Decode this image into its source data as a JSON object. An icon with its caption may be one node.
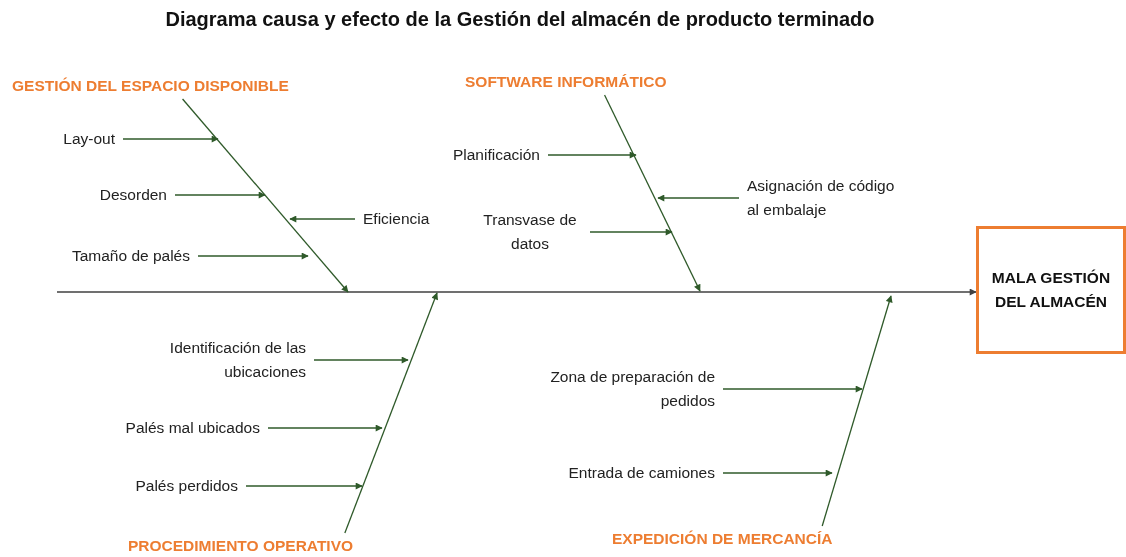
{
  "diagram": {
    "title": "Diagrama causa y efecto de la Gestión del almacén de producto terminado",
    "nodes": [
      {
        "text": [
          "GESTIÓN DEL ESPACIO DISPONIBLE"
        ]
      },
      {
        "text": [
          "Lay-out"
        ]
      },
      {
        "text": [
          "Desorden"
        ]
      },
      {
        "text": [
          "Eficiencia"
        ]
      },
      {
        "text": [
          "Tamaño de palés"
        ]
      },
      {
        "text": [
          "SOFTWARE INFORMÁTICO"
        ]
      },
      {
        "text": [
          "Planificación"
        ]
      },
      {
        "text": [
          "Asignación de código al embalaje"
        ]
      },
      {
        "text": [
          "Transvase de datos"
        ]
      },
      {
        "text": [
          "MALA GESTIÓN DEL ALMACÉN"
        ]
      },
      {
        "text": [
          "Identificación de las ubicaciones"
        ]
      },
      {
        "text": [
          "Palés mal ubicados"
        ]
      },
      {
        "text": [
          "Palés perdidos"
        ]
      },
      {
        "text": [
          "PROCEDIMIENTO OPERATIVO"
        ]
      },
      {
        "text": [
          "Zona de preparación de pedidos"
        ]
      },
      {
        "text": [
          "Entrada de camiones"
        ]
      },
      {
        "text": [
          "EXPEDICIÓN DE MERCANCÍA"
        ]
      }
    ],
    "edges": [
      {
        "from": null,
        "to": 9,
        "arrow": "to",
        "color": "#404040"
      },
      {
        "from": 0,
        "to": null,
        "arrow": "to"
      },
      {
        "from": 1,
        "to": null,
        "arrow": "to"
      },
      {
        "from": 2,
        "to": null,
        "arrow": "to"
      },
      {
        "from": 3,
        "to": null,
        "arrow": "to"
      },
      {
        "from": 4,
        "to": null,
        "arrow": "to"
      },
      {
        "from": 5,
        "to": null,
        "arrow": "to"
      },
      {
        "from": 6,
        "to": null,
        "arrow": "to"
      },
      {
        "from": 7,
        "to": null,
        "arrow": "to"
      },
      {
        "from": 8,
        "to": null,
        "arrow": "to"
      },
      {
        "from": 13,
        "to": null,
        "arrow": "to"
      },
      {
        "from": 10,
        "to": null,
        "arrow": "to"
      },
      {
        "from": 11,
        "to": null,
        "arrow": "to"
      },
      {
        "from": 12,
        "to": null,
        "arrow": "to"
      },
      {
        "from": 16,
        "to": null,
        "arrow": "to"
      },
      {
        "from": 14,
        "to": null,
        "arrow": "to"
      },
      {
        "from": 15,
        "to": null,
        "arrow": "to"
      }
    ]
  }
}
